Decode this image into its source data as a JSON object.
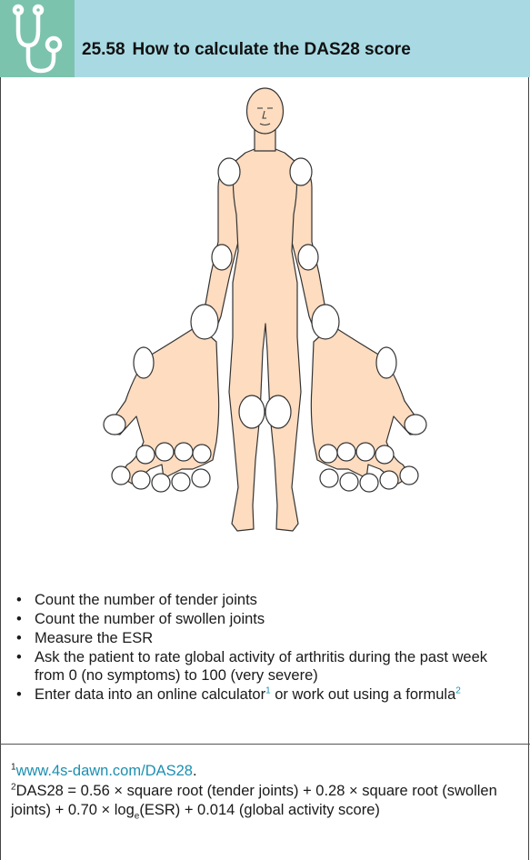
{
  "header": {
    "icon": "stethoscope-icon",
    "number": "25.58",
    "title": "How to calculate the DAS28 score",
    "colors": {
      "bar": "#a9dae4",
      "tile": "#7cc3ae",
      "body": "#fddcc0"
    }
  },
  "figure": {
    "description_icon": "body-joint-diagram"
  },
  "points": [
    {
      "text": "Count the number of tender joints"
    },
    {
      "text": "Count the number of swollen joints"
    },
    {
      "text": "Measure the ESR"
    },
    {
      "text": "Ask the patient to rate global activity of arthritis during the past week from 0 (no symptoms) to 100 (very severe)"
    },
    {
      "text": "Enter data into an online calculator",
      "sup": "1",
      "text2": " or work out using a formula",
      "sup2": "2"
    }
  ],
  "notes": {
    "n1_mark": "1",
    "n1_link": "www.4s-dawn.com/DAS28",
    "n1_tail": ".",
    "n2_mark": "2",
    "n2_a": "DAS28 = 0.56 × square root (tender joints) + 0.28 × square root (swollen joints) + 0.70 × log",
    "n2_sub": "e",
    "n2_b": "(ESR) + 0.014 (global activity score)"
  }
}
